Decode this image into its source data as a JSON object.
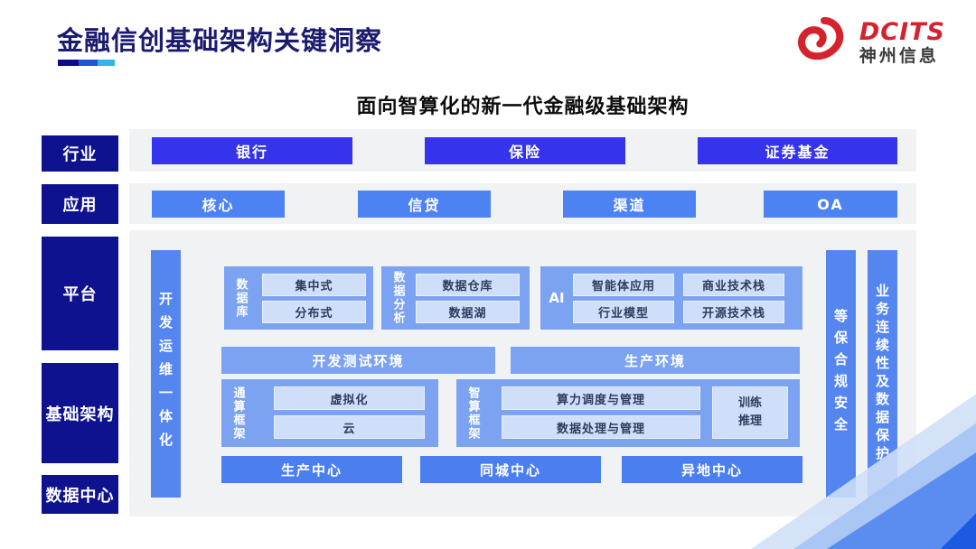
{
  "slide": {
    "title": "金融信创基础架构关键洞察",
    "subtitle": "面向智算化的新一代金融级基础架构"
  },
  "logo": {
    "brand": "DCITS",
    "company": "神州信息"
  },
  "sidebar": {
    "items": [
      {
        "label": "行业"
      },
      {
        "label": "应用"
      },
      {
        "label": "平台"
      },
      {
        "label": "基础架构"
      },
      {
        "label": "数据中心"
      }
    ]
  },
  "industry": {
    "items": [
      "银行",
      "保险",
      "证券基金"
    ]
  },
  "application": {
    "items": [
      "核心",
      "信贷",
      "渠道",
      "OA"
    ]
  },
  "platform": {
    "devops_bar": "开发运维一体化",
    "security_bar": "等保合规安全",
    "continuity_bar": "业务连续性及数据保护",
    "database": {
      "label": "数据库",
      "items": [
        "集中式",
        "分布式"
      ]
    },
    "analytics": {
      "label": "数据分析",
      "items": [
        "数据仓库",
        "数据湖"
      ]
    },
    "ai": {
      "label": "AI",
      "items": [
        "智能体应用",
        "商业技术栈",
        "行业模型",
        "开源技术栈"
      ]
    },
    "environments": [
      "开发测试环境",
      "生产环境"
    ],
    "general_framework": {
      "label": "通算框架",
      "items": [
        "虚拟化",
        "云"
      ]
    },
    "intelligent_framework": {
      "label": "智算框架",
      "items": [
        "算力调度与管理",
        "数据处理与管理"
      ],
      "side": "训练推理"
    },
    "centers": [
      "生产中心",
      "同城中心",
      "异地中心"
    ]
  },
  "colors": {
    "title_navy": "#1c1b6e",
    "sidebar_navy": "#0f128e",
    "industry_blue": "#3534ec",
    "application_blue": "#4d82f2",
    "vertical_bar_blue": "#5586f0",
    "group_blue": "#7ca3f1",
    "item_light_blue": "#cfdef9",
    "center_blue": "#4b7ff0",
    "panel_gray": "#f1f2f4",
    "logo_red": "#d5232e",
    "underline": [
      "#0c0c8a",
      "#1e55dd",
      "#2fb6ee"
    ]
  }
}
